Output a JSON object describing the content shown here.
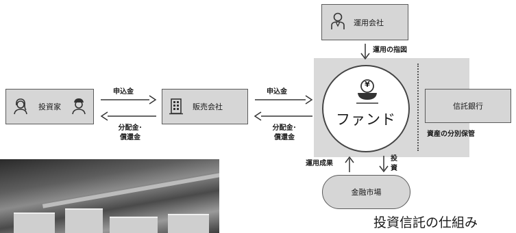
{
  "nodes": {
    "unyou_company": "運用会社",
    "investor": "投資家",
    "sales_company": "販売会社",
    "fund": "ファンド",
    "trust_bank": "信託銀行",
    "market": "金融市場"
  },
  "flows": {
    "subscription_1": "申込金",
    "distribution_1_line1": "分配金･",
    "distribution_1_line2": "償還金",
    "subscription_2": "申込金",
    "distribution_2_line1": "分配金･",
    "distribution_2_line2": "償還金",
    "instruction": "運用の指図",
    "segregated_custody": "資産の分別保管",
    "investment_results": "運用成果",
    "invest_line1": "投",
    "invest_line2": "資"
  },
  "fund_symbol": "¥",
  "caption": "投資信託の仕組み"
}
